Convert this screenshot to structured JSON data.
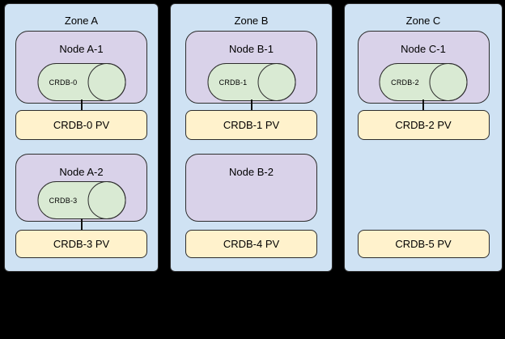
{
  "colors": {
    "background": "#000000",
    "zone_fill": "#cfe2f3",
    "node_fill": "#d9d2e9",
    "pod_fill": "#d9ead3",
    "pv_fill": "#fff2cc",
    "border": "#2d2d2d"
  },
  "zones": [
    {
      "label": "Zone A",
      "nodes": [
        {
          "label": "Node A-1",
          "pod": "CRDB-0",
          "pv": "CRDB-0 PV",
          "connected": true
        },
        {
          "label": "Node A-2",
          "pod": "CRDB-3",
          "pv": "CRDB-3 PV",
          "connected": true
        }
      ]
    },
    {
      "label": "Zone B",
      "nodes": [
        {
          "label": "Node B-1",
          "pod": "CRDB-1",
          "pv": "CRDB-1 PV",
          "connected": true
        },
        {
          "label": "Node B-2",
          "pod": null,
          "pv": "CRDB-4 PV",
          "connected": false
        }
      ]
    },
    {
      "label": "Zone C",
      "nodes": [
        {
          "label": "Node C-1",
          "pod": "CRDB-2",
          "pv": "CRDB-2 PV",
          "connected": true
        },
        {
          "label": null,
          "pod": null,
          "pv": "CRDB-5 PV",
          "connected": false
        }
      ]
    }
  ]
}
